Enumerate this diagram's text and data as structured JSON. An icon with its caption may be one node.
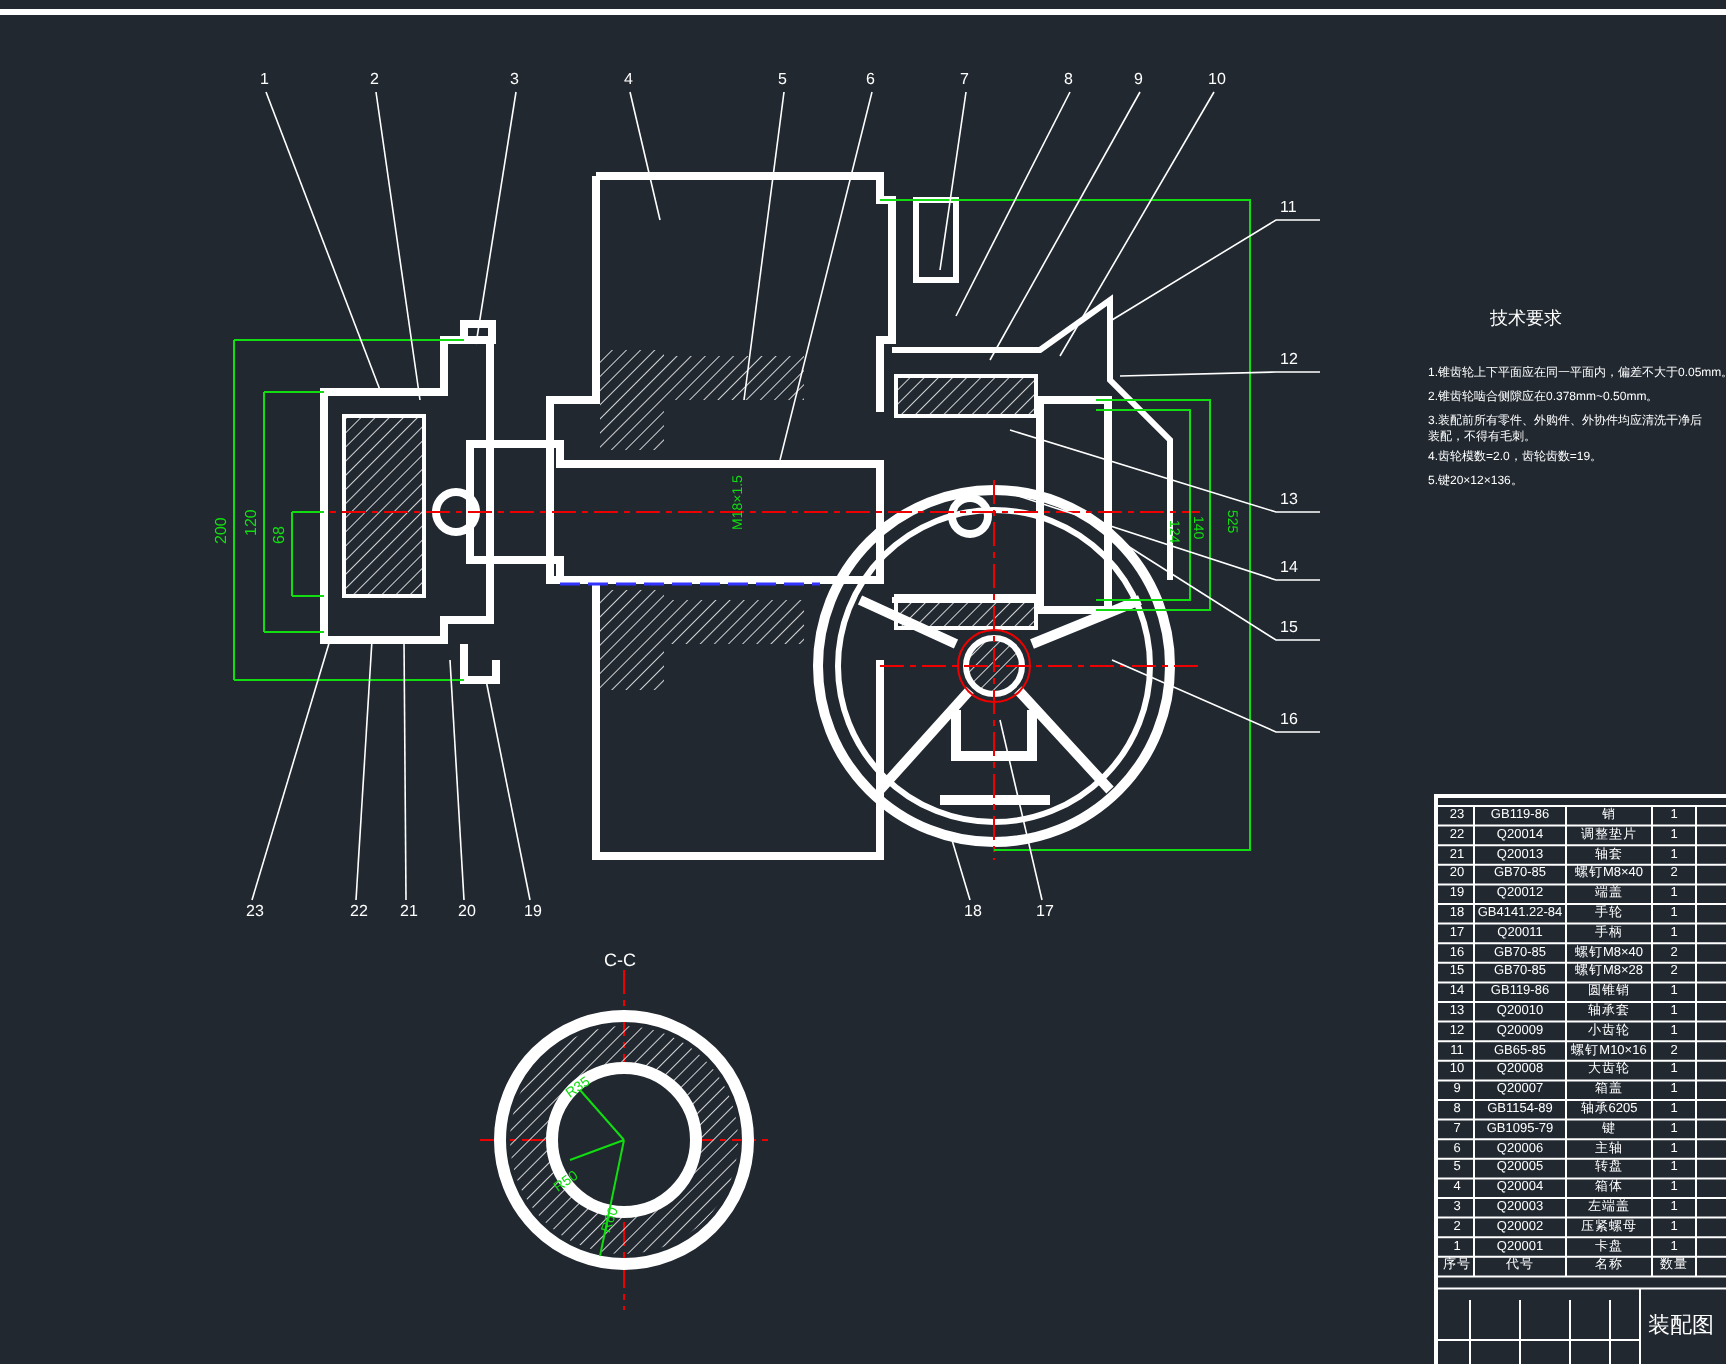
{
  "diagram": {
    "nodes": [
      {
        "text": [
          "1"
        ]
      },
      {
        "text": [
          "2"
        ]
      },
      {
        "text": [
          "3"
        ]
      },
      {
        "text": [
          "4"
        ]
      },
      {
        "text": [
          "5"
        ]
      },
      {
        "text": [
          "6"
        ]
      },
      {
        "text": [
          "7"
        ]
      },
      {
        "text": [
          "8"
        ]
      },
      {
        "text": [
          "9"
        ]
      },
      {
        "text": [
          "10"
        ]
      },
      {
        "text": [
          "11"
        ]
      },
      {
        "text": [
          "12"
        ]
      },
      {
        "text": [
          "13"
        ]
      },
      {
        "text": [
          "14"
        ]
      },
      {
        "text": [
          "15"
        ]
      },
      {
        "text": [
          "16"
        ]
      },
      {
        "text": [
          "17"
        ]
      },
      {
        "text": [
          "18"
        ]
      },
      {
        "text": [
          "19"
        ]
      },
      {
        "text": [
          "20"
        ]
      },
      {
        "text": [
          "21"
        ]
      },
      {
        "text": [
          "22"
        ]
      },
      {
        "text": [
          "23"
        ]
      }
    ],
    "edges": [
      {
        "from": 0,
        "to": null,
        "arrow": "none"
      },
      {
        "from": 1,
        "to": null,
        "arrow": "none"
      },
      {
        "from": 2,
        "to": null,
        "arrow": "none"
      },
      {
        "from": 3,
        "to": null,
        "arrow": "none"
      },
      {
        "from": 4,
        "to": null,
        "arrow": "none"
      },
      {
        "from": 5,
        "to": null,
        "arrow": "none"
      },
      {
        "from": 6,
        "to": null,
        "arrow": "none"
      },
      {
        "from": 7,
        "to": null,
        "arrow": "none"
      },
      {
        "from": 8,
        "to": null,
        "arrow": "none"
      },
      {
        "from": 9,
        "to": null,
        "arrow": "none"
      },
      {
        "from": 10,
        "to": null,
        "arrow": "none"
      },
      {
        "from": 11,
        "to": null,
        "arrow": "none"
      },
      {
        "from": 12,
        "to": null,
        "arrow": "none"
      },
      {
        "from": 13,
        "to": null,
        "arrow": "none"
      },
      {
        "from": 14,
        "to": null,
        "arrow": "none"
      },
      {
        "from": 15,
        "to": null,
        "arrow": "none"
      },
      {
        "from": 16,
        "to": null,
        "arrow": "none"
      },
      {
        "from": 17,
        "to": null,
        "arrow": "none"
      },
      {
        "from": 18,
        "to": null,
        "arrow": "none"
      },
      {
        "from": 19,
        "to": null,
        "arrow": "none"
      },
      {
        "from": 20,
        "to": null,
        "arrow": "none"
      },
      {
        "from": 21,
        "to": null,
        "arrow": "none"
      },
      {
        "from": 22,
        "to": null,
        "arrow": "none"
      }
    ],
    "labels": [
      "技术要求",
      "1.锥齿轮上下平面应在同一平面内，偏差不大于0.05mm。",
      "2.锥齿轮啮合侧隙应在0.378mm~0.50mm。",
      "3.装配前所有零件、外购件、外协件均应清洗干净后装配，不得有毛刺。",
      "4.齿轮模数=2.0，齿轮齿数=19。",
      "5.键20×12×136。",
      "200",
      "120",
      "68",
      "M18×1.5",
      "124",
      "140",
      "525",
      "C-C",
      "R35",
      "R50",
      "R60",
      "23",
      "GB119-86",
      "销",
      "1",
      "22",
      "Q20014",
      "调整垫片",
      "1",
      "21",
      "Q20013",
      "轴套",
      "1",
      "20",
      "GB70-85",
      "螺钉M8×40",
      "2",
      "19",
      "Q20012",
      "端盖",
      "1",
      "18",
      "GB4141.22-84",
      "手轮",
      "1",
      "17",
      "Q20011",
      "手柄",
      "1",
      "16",
      "GB70-85",
      "螺钉M8×40",
      "2",
      "15",
      "GB70-85",
      "螺钉M8×28",
      "2",
      "14",
      "GB119-86",
      "圆锥销",
      "1",
      "13",
      "Q20010",
      "轴承套",
      "1",
      "12",
      "Q20009",
      "小齿轮",
      "1",
      "11",
      "GB65-85",
      "螺钉M10×16",
      "2",
      "10",
      "Q20008",
      "大齿轮",
      "1",
      "9",
      "Q20007",
      "箱盖",
      "1",
      "8",
      "GB1154-89",
      "轴承6205",
      "1",
      "7",
      "GB1095-79",
      "键",
      "1",
      "6",
      "Q20006",
      "主轴",
      "1",
      "5",
      "Q20005",
      "转盘",
      "1",
      "4",
      "Q20004",
      "箱体",
      "1",
      "3",
      "Q20003",
      "左端盖",
      "1",
      "2",
      "Q20002",
      "压紧螺母",
      "1",
      "1",
      "Q20001",
      "卡盘",
      "1",
      "序号",
      "代号",
      "名称",
      "数量",
      "装配图"
    ]
  }
}
